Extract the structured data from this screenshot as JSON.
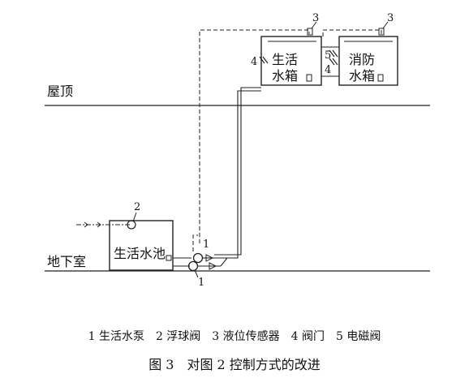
{
  "levels": {
    "roof": "屋顶",
    "basement": "地下室"
  },
  "tanks": {
    "domestic": {
      "line1": "生活",
      "line2": "水箱"
    },
    "fire": {
      "line1": "消防",
      "line2": "水箱"
    },
    "pool": "生活水池"
  },
  "callouts": {
    "sensor_domestic": "3",
    "sensor_fire": "3",
    "valve_domestic": "4",
    "solenoid_fire": "5",
    "valve_fire": "4",
    "float_valve": "2",
    "pump_upper": "1",
    "pump_lower": "1"
  },
  "legend": "1 生活水泵　2 浮球阀　3 液位传感器　4 阀门　5 电磁阀",
  "caption": "图 3　对图 2 控制方式的改进"
}
